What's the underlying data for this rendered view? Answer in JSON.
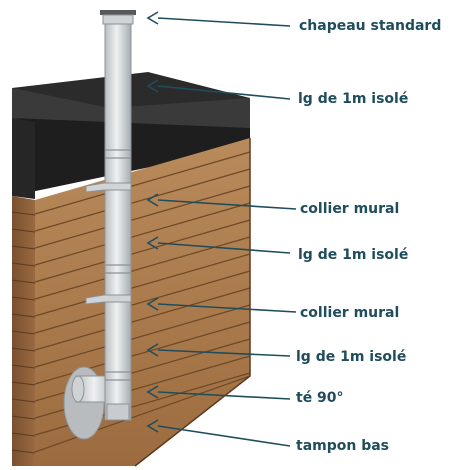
{
  "colors": {
    "label_text": "#1f4d5c",
    "roof_dark": "#2b2b2b",
    "roof_edge": "#1a1a1a",
    "wood_light": "#c39463",
    "wood_dark": "#8a5e38",
    "wood_line": "#6e4828",
    "pipe_fill": "#d9dde0",
    "pipe_shadow": "#aab0b5",
    "arrow": "#1f4d5c"
  },
  "labels": [
    {
      "id": "chapeau",
      "text": "chapeau standard"
    },
    {
      "id": "lg1",
      "text": "lg de 1m isolé"
    },
    {
      "id": "collier1",
      "text": "collier mural"
    },
    {
      "id": "lg2",
      "text": "lg de 1m isolé"
    },
    {
      "id": "collier2",
      "text": "collier mural"
    },
    {
      "id": "lg3",
      "text": "lg de 1m isolé"
    },
    {
      "id": "te",
      "text": "té 90°"
    },
    {
      "id": "tampon",
      "text": "tampon bas"
    }
  ]
}
